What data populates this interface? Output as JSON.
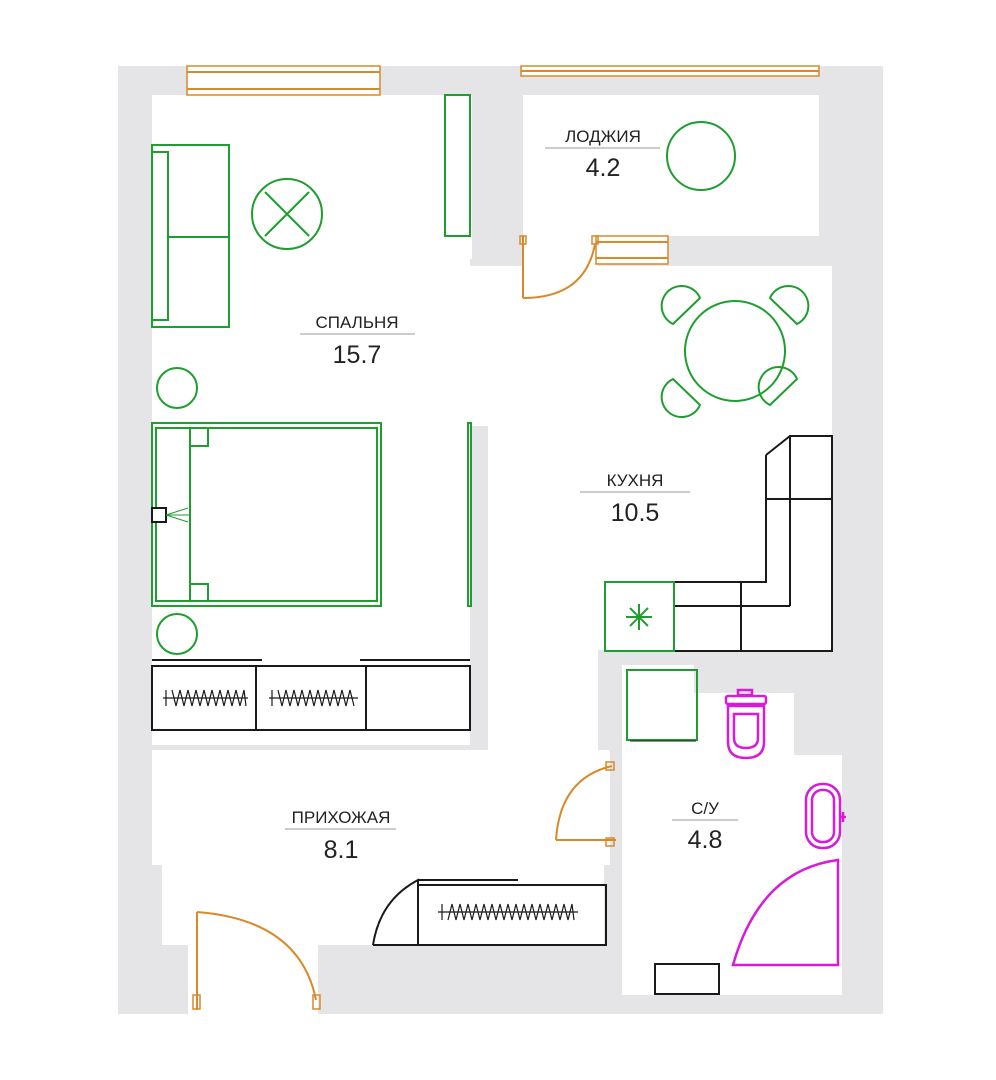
{
  "rooms": [
    {
      "id": "loggia",
      "name": "ЛОДЖИЯ",
      "area": "4.2"
    },
    {
      "id": "bedroom",
      "name": "СПАЛЬНЯ",
      "area": "15.7"
    },
    {
      "id": "kitchen",
      "name": "КУХНЯ",
      "area": "10.5"
    },
    {
      "id": "hallway",
      "name": "ПРИХОЖАЯ",
      "area": "8.1"
    },
    {
      "id": "bathroom",
      "name": "С/У",
      "area": "4.8"
    }
  ],
  "colors": {
    "wall": "#e5e5e7",
    "furniture": "#1e9e2e",
    "kitchen_units": "#1a1a1a",
    "plumbing": "#d81bd8",
    "doors_windows": "#d9892a"
  }
}
